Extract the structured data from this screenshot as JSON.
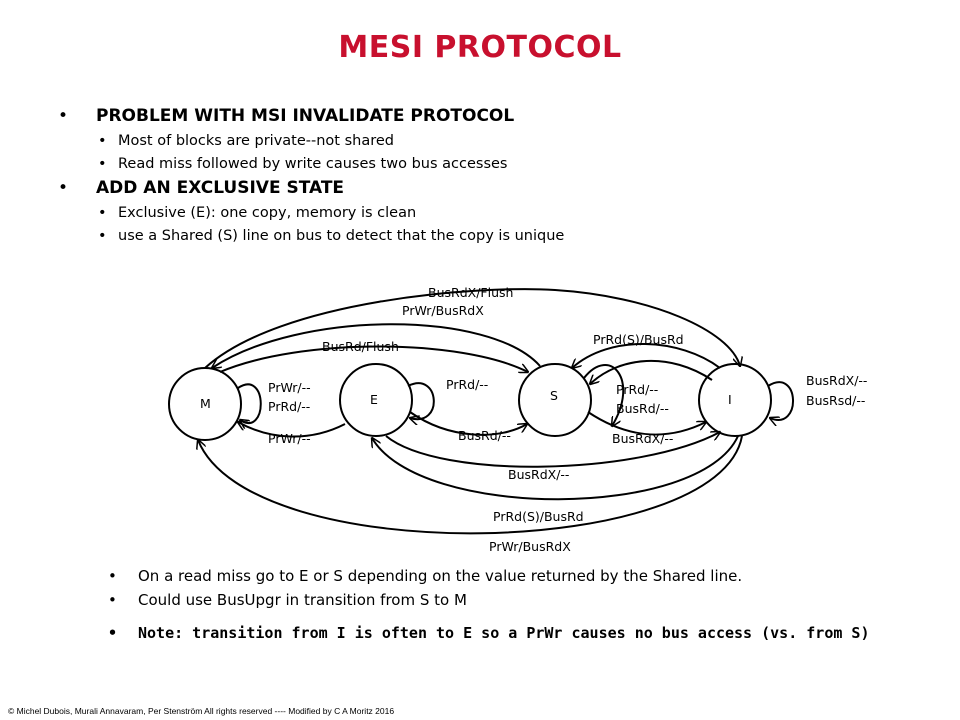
{
  "slide": {
    "title": "MESI PROTOCOL",
    "bullets": [
      {
        "heading": "PROBLEM WITH MSI INVALIDATE PROTOCOL",
        "subitems": [
          "Most of blocks are private--not shared",
          "Read miss followed by write causes two bus accesses"
        ]
      },
      {
        "heading": "ADD AN EXCLUSIVE STATE",
        "subitems": [
          "Exclusive (E): one copy, memory is clean",
          "use a Shared (S) line on bus to detect that the copy is unique"
        ]
      }
    ],
    "diagram": {
      "states": {
        "m": "M",
        "e": "E",
        "s": "S",
        "i": "I"
      },
      "labels": {
        "busrdx_flush": "BusRdX/Flush",
        "prwr_busrdx_top": "PrWr/BusRdX",
        "busrd_flush": "BusRd/Flush",
        "prrd_s_busrd_top": "PrRd(S)/BusRd",
        "m_self_prwr": "PrWr/--",
        "m_self_prrd": "PrRd/--",
        "e_self_prrd": "PrRd/--",
        "m_from_e_prwr": "PrWr/--",
        "s_self_prrd": "PrRd/--",
        "s_self_busrd": "BusRd/--",
        "i_self_busrdx": "BusRdX/--",
        "i_self_busrsd": "BusRsd/--",
        "e_to_s_busrd": "BusRd/--",
        "s_to_i_busrdx": "BusRdX/--",
        "e_to_i_busrdx": "BusRdX/--",
        "i_to_e_prrd": "PrRd(S)/BusRd",
        "i_to_m_prwr": "PrWr/BusRdX"
      }
    },
    "notes": [
      "On a read miss go to E or S depending on the value returned by the Shared line.",
      "Could use BusUpgr in transition from S to M"
    ],
    "bold_note": "Note: transition from I is often to E so a PrWr causes no bus access (vs. from S)",
    "footer": "© Michel Dubois, Murali Annavaram, Per Stenström All rights reserved  ---- Modified by C A Moritz 2016"
  }
}
